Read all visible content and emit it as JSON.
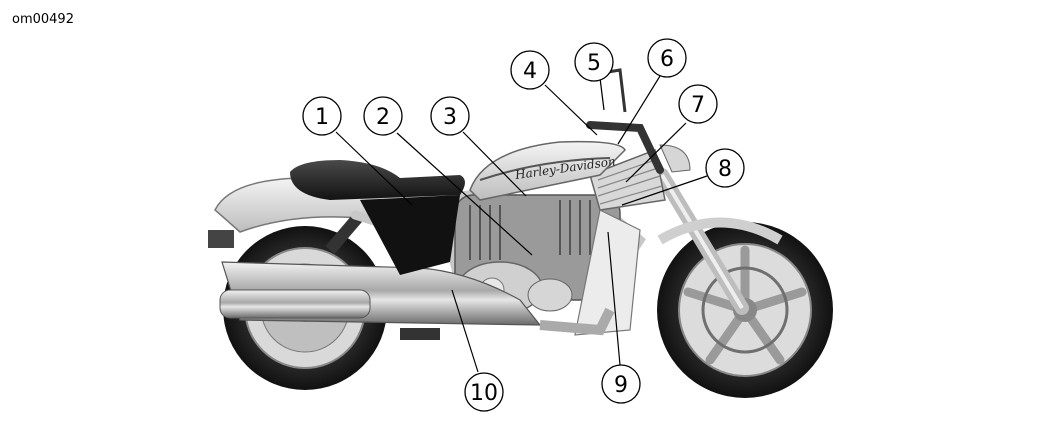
{
  "figure_id": "om00492",
  "brand_script": "Harley-Davidson",
  "callouts": [
    "1",
    "2",
    "3",
    "4",
    "5",
    "6",
    "7",
    "8",
    "9",
    "10"
  ]
}
